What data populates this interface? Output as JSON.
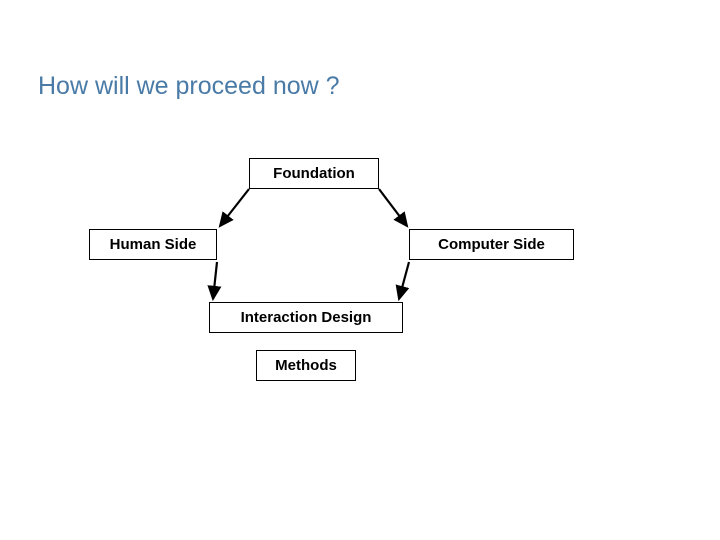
{
  "slide": {
    "title": "How will we proceed now ?",
    "title_color": "#4a7ba7",
    "background_color": "#ffffff"
  },
  "diagram": {
    "type": "flow-diagram",
    "shape": "hexagon",
    "node_border_color": "#000000",
    "node_text_color": "#000000",
    "node_fill_color": "#ffffff",
    "connector_color": "#000000",
    "nodes": [
      {
        "id": "foundation",
        "label": "Foundation"
      },
      {
        "id": "human-side",
        "label": "Human Side"
      },
      {
        "id": "computer-side",
        "label": "Computer Side"
      },
      {
        "id": "interaction-design",
        "label": "Interaction Design"
      },
      {
        "id": "methods",
        "label": "Methods"
      }
    ],
    "connectors": [
      {
        "from": "foundation",
        "to": "human-side",
        "arrowhead": "end"
      },
      {
        "from": "foundation",
        "to": "computer-side",
        "arrowhead": "end"
      },
      {
        "from": "human-side",
        "to": "interaction-design",
        "arrowhead": "end"
      },
      {
        "from": "computer-side",
        "to": "interaction-design",
        "arrowhead": "end"
      }
    ]
  }
}
